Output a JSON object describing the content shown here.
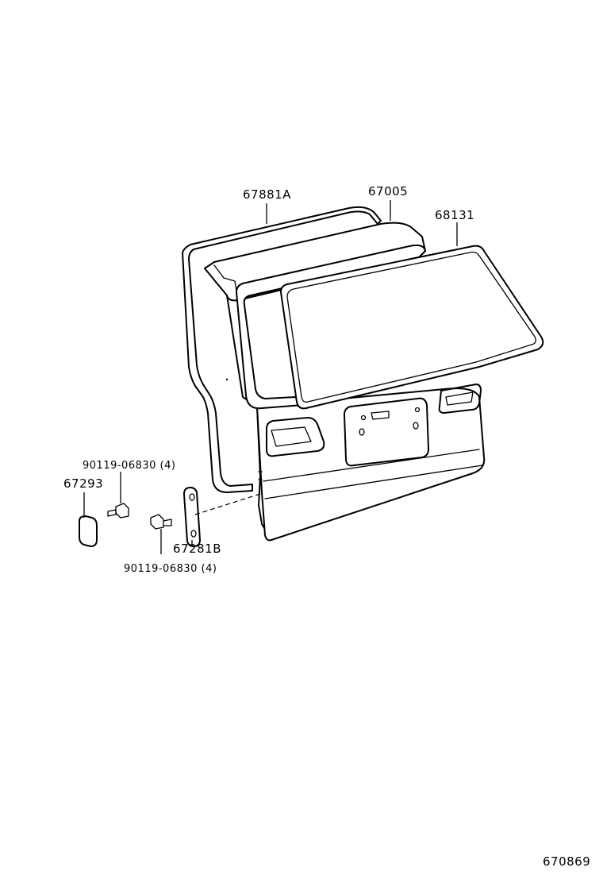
{
  "callouts": {
    "weatherstrip": "67881A",
    "back_door_panel": "67005",
    "back_glass": "68131",
    "bolt_upper": "90119-06830 (4)",
    "hinge_cover": "67293",
    "hinge": "67281B",
    "bolt_lower": "90119-06830 (4)"
  },
  "figure_id": "670869"
}
